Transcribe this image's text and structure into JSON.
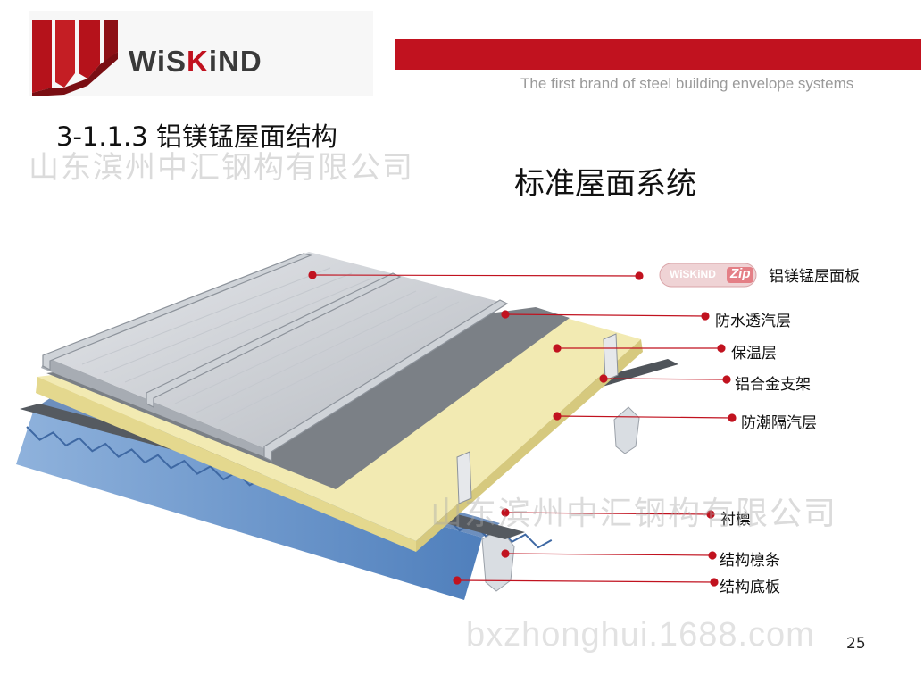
{
  "header": {
    "brand_prefix": "WiS",
    "brand_highlight": "K",
    "brand_suffix": "iND",
    "tagline": "The first brand of steel building envelope systems",
    "colors": {
      "brand_red": "#c1121f",
      "dark": "#3a3a3a"
    }
  },
  "heading": "3-1.1.3 铝镁锰屋面结构",
  "subtitle": "标准屋面系统",
  "badge": {
    "text1": "WiSKiND",
    "text2": "Zip"
  },
  "labels": [
    {
      "id": "roof-panel",
      "text": "铝镁锰屋面板"
    },
    {
      "id": "waterproof-membrane",
      "text": "防水透汽层"
    },
    {
      "id": "insulation",
      "text": "保温层"
    },
    {
      "id": "bracket",
      "text": "铝合金支架"
    },
    {
      "id": "vapor-barrier",
      "text": "防潮隔汽层"
    },
    {
      "id": "sub-purlin",
      "text": "衬檩"
    },
    {
      "id": "structural-purlin",
      "text": "结构檩条"
    },
    {
      "id": "base-panel",
      "text": "结构底板"
    }
  ],
  "watermarks": {
    "company_top": "山东滨州中汇钢构有限公司",
    "company_bottom": "山东滨州中汇钢构有限公司",
    "url": "bxzhonghui.1688.com"
  },
  "page_number": "25"
}
